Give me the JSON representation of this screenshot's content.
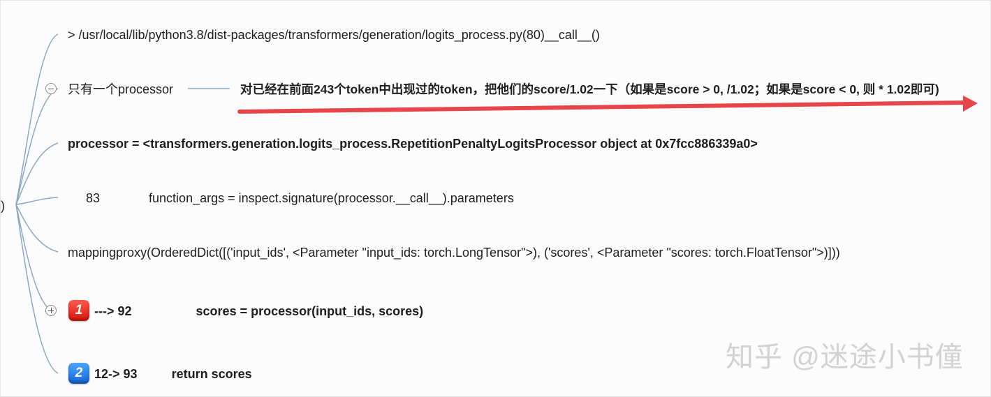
{
  "root_fragment": ")",
  "nodes": {
    "path": "> /usr/local/lib/python3.8/dist-packages/transformers/generation/logits_process.py(80)__call__()",
    "processor_note": "只有一个processor",
    "annotation": "对已经在前面243个token中出现过的token，把他们的score/1.02一下（如果是score > 0, /1.02；如果是score < 0, 则 * 1.02即可)",
    "processor_repr": "processor = <transformers.generation.logits_process.RepetitionPenaltyLogitsProcessor object at 0x7fcc886339a0>",
    "line83_number": "83",
    "line83_code": "function_args = inspect.signature(processor.__call__).parameters",
    "mapping": "mappingproxy(OrderedDict([('input_ids', <Parameter \"input_ids: torch.LongTensor\">), ('scores', <Parameter \"scores: torch.FloatTensor\">)]))",
    "step1_marker": "1",
    "step1_line": "---> 92",
    "step1_code": "scores = processor(input_ids, scores)",
    "step2_marker": "2",
    "step2_line": "12-> 93",
    "step2_code": "return scores"
  },
  "watermark": "知乎 @迷途小书僮",
  "colors": {
    "connector": "#8aa8c4",
    "arrow": "#e8454a",
    "marker_red": "#e0261c",
    "marker_blue": "#1f78e0",
    "watermark": "#d2d2d2"
  },
  "icons": {
    "collapse": "minus-circle-icon",
    "expand": "plus-circle-icon"
  }
}
